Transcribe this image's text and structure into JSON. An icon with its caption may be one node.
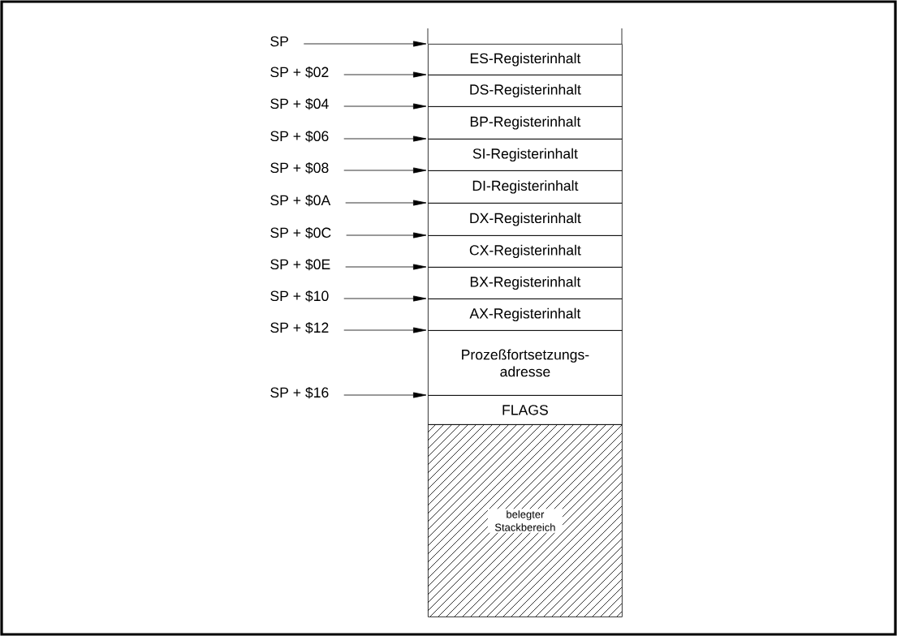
{
  "diagram": {
    "nodes": [
      {
        "text": [
          "ES-Registerinhalt"
        ]
      },
      {
        "text": [
          "DS-Registerinhalt"
        ]
      },
      {
        "text": [
          "BP-Registerinhalt"
        ]
      },
      {
        "text": [
          "SI-Registerinhalt"
        ]
      },
      {
        "text": [
          "DI-Registerinhalt"
        ]
      },
      {
        "text": [
          "DX-Registerinhalt"
        ]
      },
      {
        "text": [
          "CX-Registerinhalt"
        ]
      },
      {
        "text": [
          "BX-Registerinhalt"
        ]
      },
      {
        "text": [
          "AX-Registerinhalt"
        ]
      },
      {
        "text": [
          "Prozeßfortsetzungs-adresse"
        ]
      },
      {
        "text": [
          "FLAGS"
        ]
      },
      {
        "text": [
          "belegter Stackbereich"
        ]
      },
      {
        "text": [
          "SP"
        ]
      },
      {
        "text": [
          "SP + $02"
        ]
      },
      {
        "text": [
          "SP + $04"
        ]
      },
      {
        "text": [
          "SP + $06"
        ]
      },
      {
        "text": [
          "SP + $08"
        ]
      },
      {
        "text": [
          "SP + $0A"
        ]
      },
      {
        "text": [
          "SP + $0C"
        ]
      },
      {
        "text": [
          "SP + $0E"
        ]
      },
      {
        "text": [
          "SP + $10"
        ]
      },
      {
        "text": [
          "SP + $12"
        ]
      },
      {
        "text": [
          "SP + $16"
        ]
      }
    ],
    "edges": [
      {
        "from": 12,
        "to": 0,
        "arrow": "to"
      },
      {
        "from": 13,
        "to": 1,
        "arrow": "to"
      },
      {
        "from": 14,
        "to": 2,
        "arrow": "to"
      },
      {
        "from": 15,
        "to": 3,
        "arrow": "to"
      },
      {
        "from": 16,
        "to": 4,
        "arrow": "to"
      },
      {
        "from": 17,
        "to": 5,
        "arrow": "to"
      },
      {
        "from": 18,
        "to": 6,
        "arrow": "to"
      },
      {
        "from": 19,
        "to": 7,
        "arrow": "to"
      },
      {
        "from": 20,
        "to": 8,
        "arrow": "to"
      },
      {
        "from": 21,
        "to": 9,
        "arrow": "to"
      },
      {
        "from": 22,
        "to": 10,
        "arrow": "to"
      }
    ]
  }
}
